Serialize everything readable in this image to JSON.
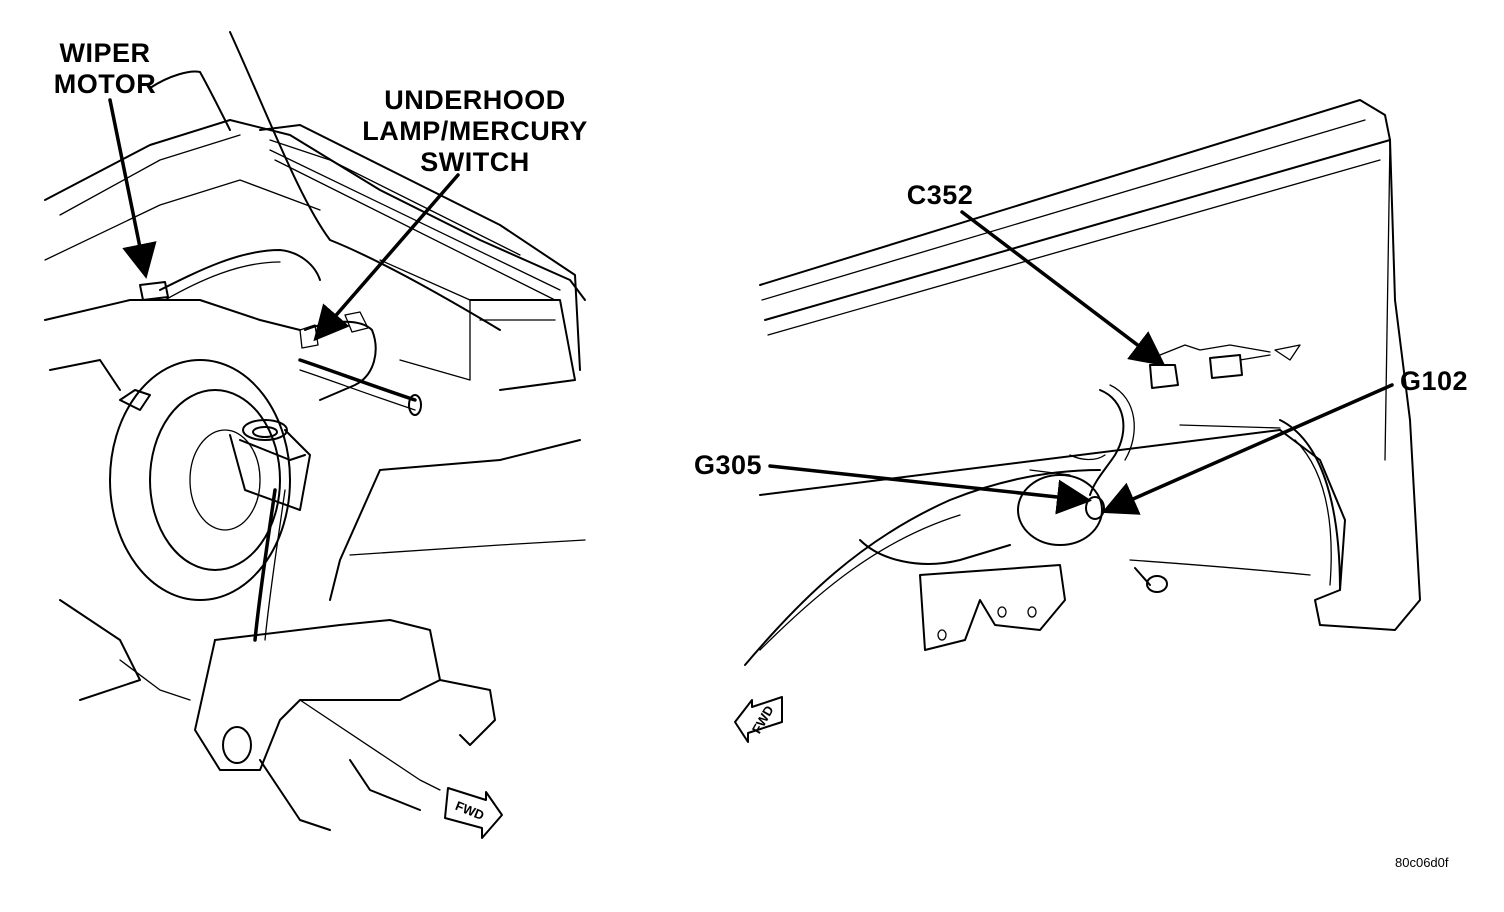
{
  "labels": {
    "wiper_motor": "WIPER\nMOTOR",
    "underhood": "UNDERHOOD\nLAMP/MERCURY\nSWITCH",
    "c352": "C352",
    "g102": "G102",
    "g305": "G305",
    "fwd_left": "FWD",
    "fwd_right": "FWD",
    "figure_code": "80c06d0f"
  }
}
